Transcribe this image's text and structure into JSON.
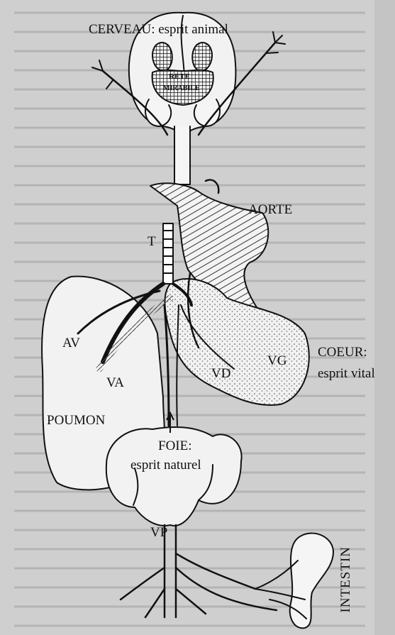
{
  "labels": {
    "cerveau": "CERVEAU: esprit animal",
    "rete": "RETE",
    "mirabile": "MIRABILE",
    "aorte": "AORTE",
    "t": "T",
    "av": "AV",
    "va": "VA",
    "vd": "VD",
    "vg": "VG",
    "coeur": "COEUR:",
    "esprit_vital": "esprit vital",
    "poumon": "POUMON",
    "foie": "FOIE:",
    "esprit_naturel": "esprit naturel",
    "vp": "VP",
    "intestin": "INTESTIN"
  }
}
